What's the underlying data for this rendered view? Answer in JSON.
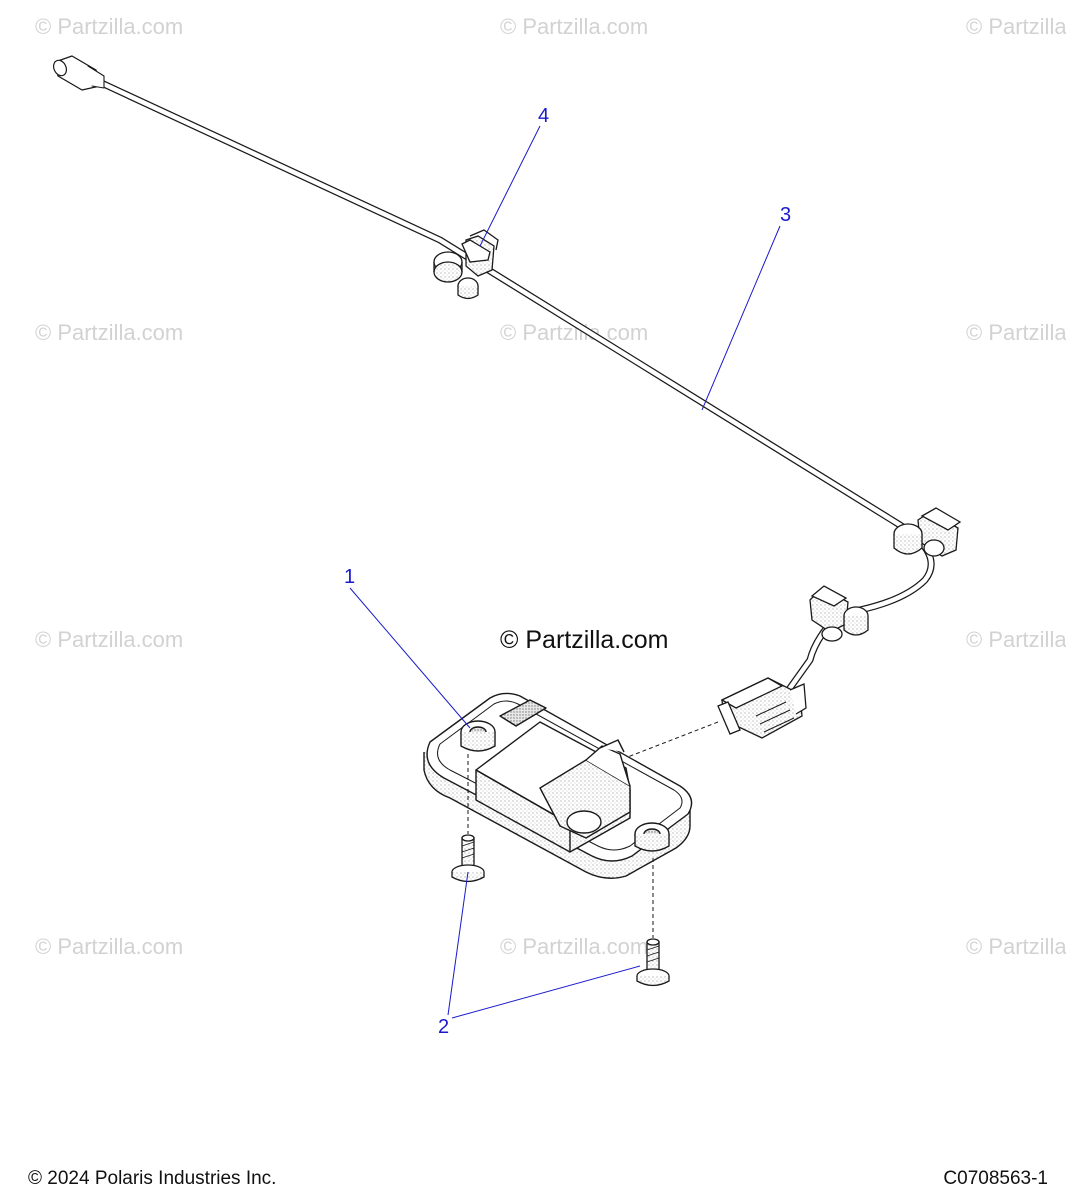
{
  "watermarks": {
    "text": "© Partzilla.com",
    "center_text": "© Partzilla.com"
  },
  "callouts": {
    "part1": "1",
    "part2": "2",
    "part3": "3",
    "part4": "4"
  },
  "footer": {
    "copyright": "© 2024 Polaris Industries Inc.",
    "diagram_code": "C0708563-1"
  },
  "colors": {
    "callout_line": "#1a1acc",
    "outline": "#1a1a1a",
    "watermark": "#d2d2d2"
  }
}
